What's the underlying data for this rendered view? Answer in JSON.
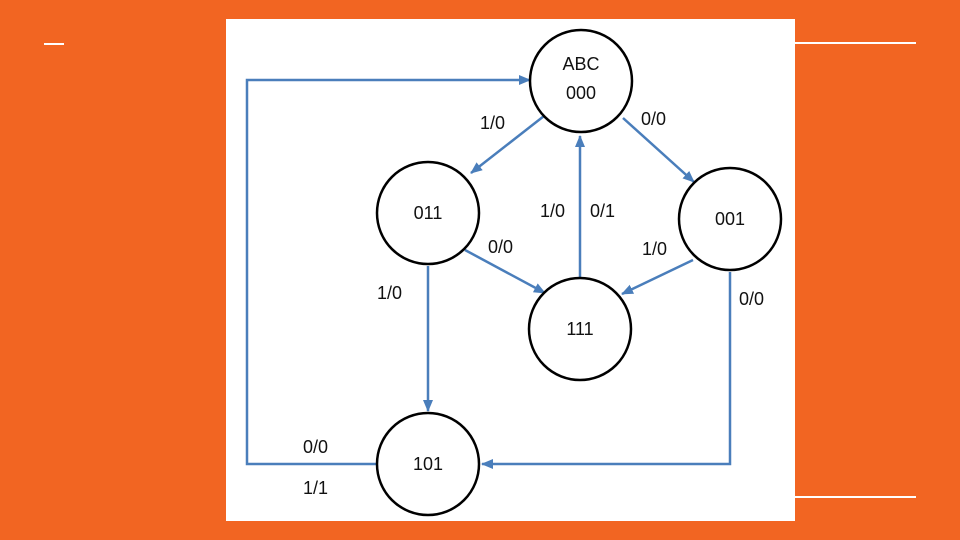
{
  "diagram": {
    "colors": {
      "background": "#F26522",
      "panel": "#FFFFFF",
      "arrow": "#4A7EBB",
      "node_stroke": "#000000"
    },
    "nodes": {
      "n000": {
        "header": "ABC",
        "label": "000"
      },
      "n011": {
        "label": "011"
      },
      "n001": {
        "label": "001"
      },
      "n111": {
        "label": "111"
      },
      "n101": {
        "label": "101"
      }
    },
    "edges": {
      "e000_011": "1/0",
      "e000_001": "0/0",
      "e111_000_a": "1/0",
      "e111_000_b": "0/1",
      "e011_111": "0/0",
      "e001_111": "1/0",
      "e011_101": "1/0",
      "e001_101": "0/0",
      "e101_000_a": "0/0",
      "e101_000_b": "1/1"
    }
  }
}
